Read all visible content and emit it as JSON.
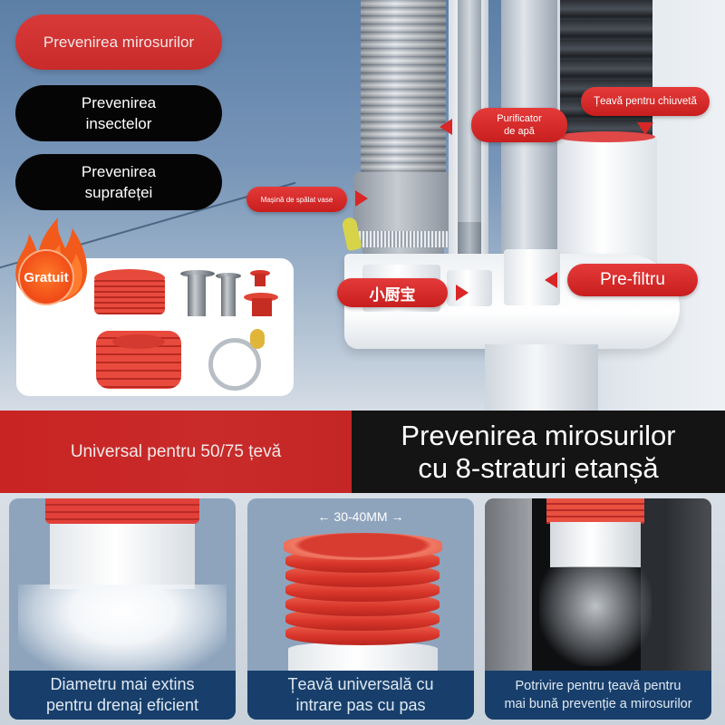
{
  "hero": {
    "feature_pills": [
      {
        "label": "Prevenirea mirosurilor",
        "active": true
      },
      {
        "label_line1": "Prevenirea",
        "label_line2": "insectelor",
        "active": false
      },
      {
        "label_line1": "Prevenirea",
        "label_line2": "suprafeței",
        "active": false
      }
    ],
    "callouts": {
      "sink_pipe": "Țeavă pentru chiuvetă",
      "water_purifier_line1": "Purificator",
      "water_purifier_line2": "de apă",
      "dishwasher": "Mașină de spălat vase",
      "kitchen_heater": "小厨宝",
      "pre_filter": "Pre-filtru"
    },
    "gift": {
      "badge": "Gratuit"
    }
  },
  "banner": {
    "left_text": "Universal pentru 50/75 țevă",
    "headline_line1": "Prevenirea mirosurilor",
    "headline_line2": "cu 8-straturi etanșă"
  },
  "cards": [
    {
      "caption_line1": "Diametru mai extins",
      "caption_line2": "pentru drenaj eficient"
    },
    {
      "dimension_label": "← 30-40MM →",
      "caption_line1": "Țeavă universală cu",
      "caption_line2": "intrare pas cu pas"
    },
    {
      "caption_line1": "Potrivire pentru țeavă pentru",
      "caption_line2": "mai bună prevenție a mirosurilor"
    }
  ],
  "colors": {
    "brand_red": "#c92a2a",
    "black": "#050505",
    "caption_navy": "#183f6b",
    "badge_orange": "#f04a16"
  }
}
